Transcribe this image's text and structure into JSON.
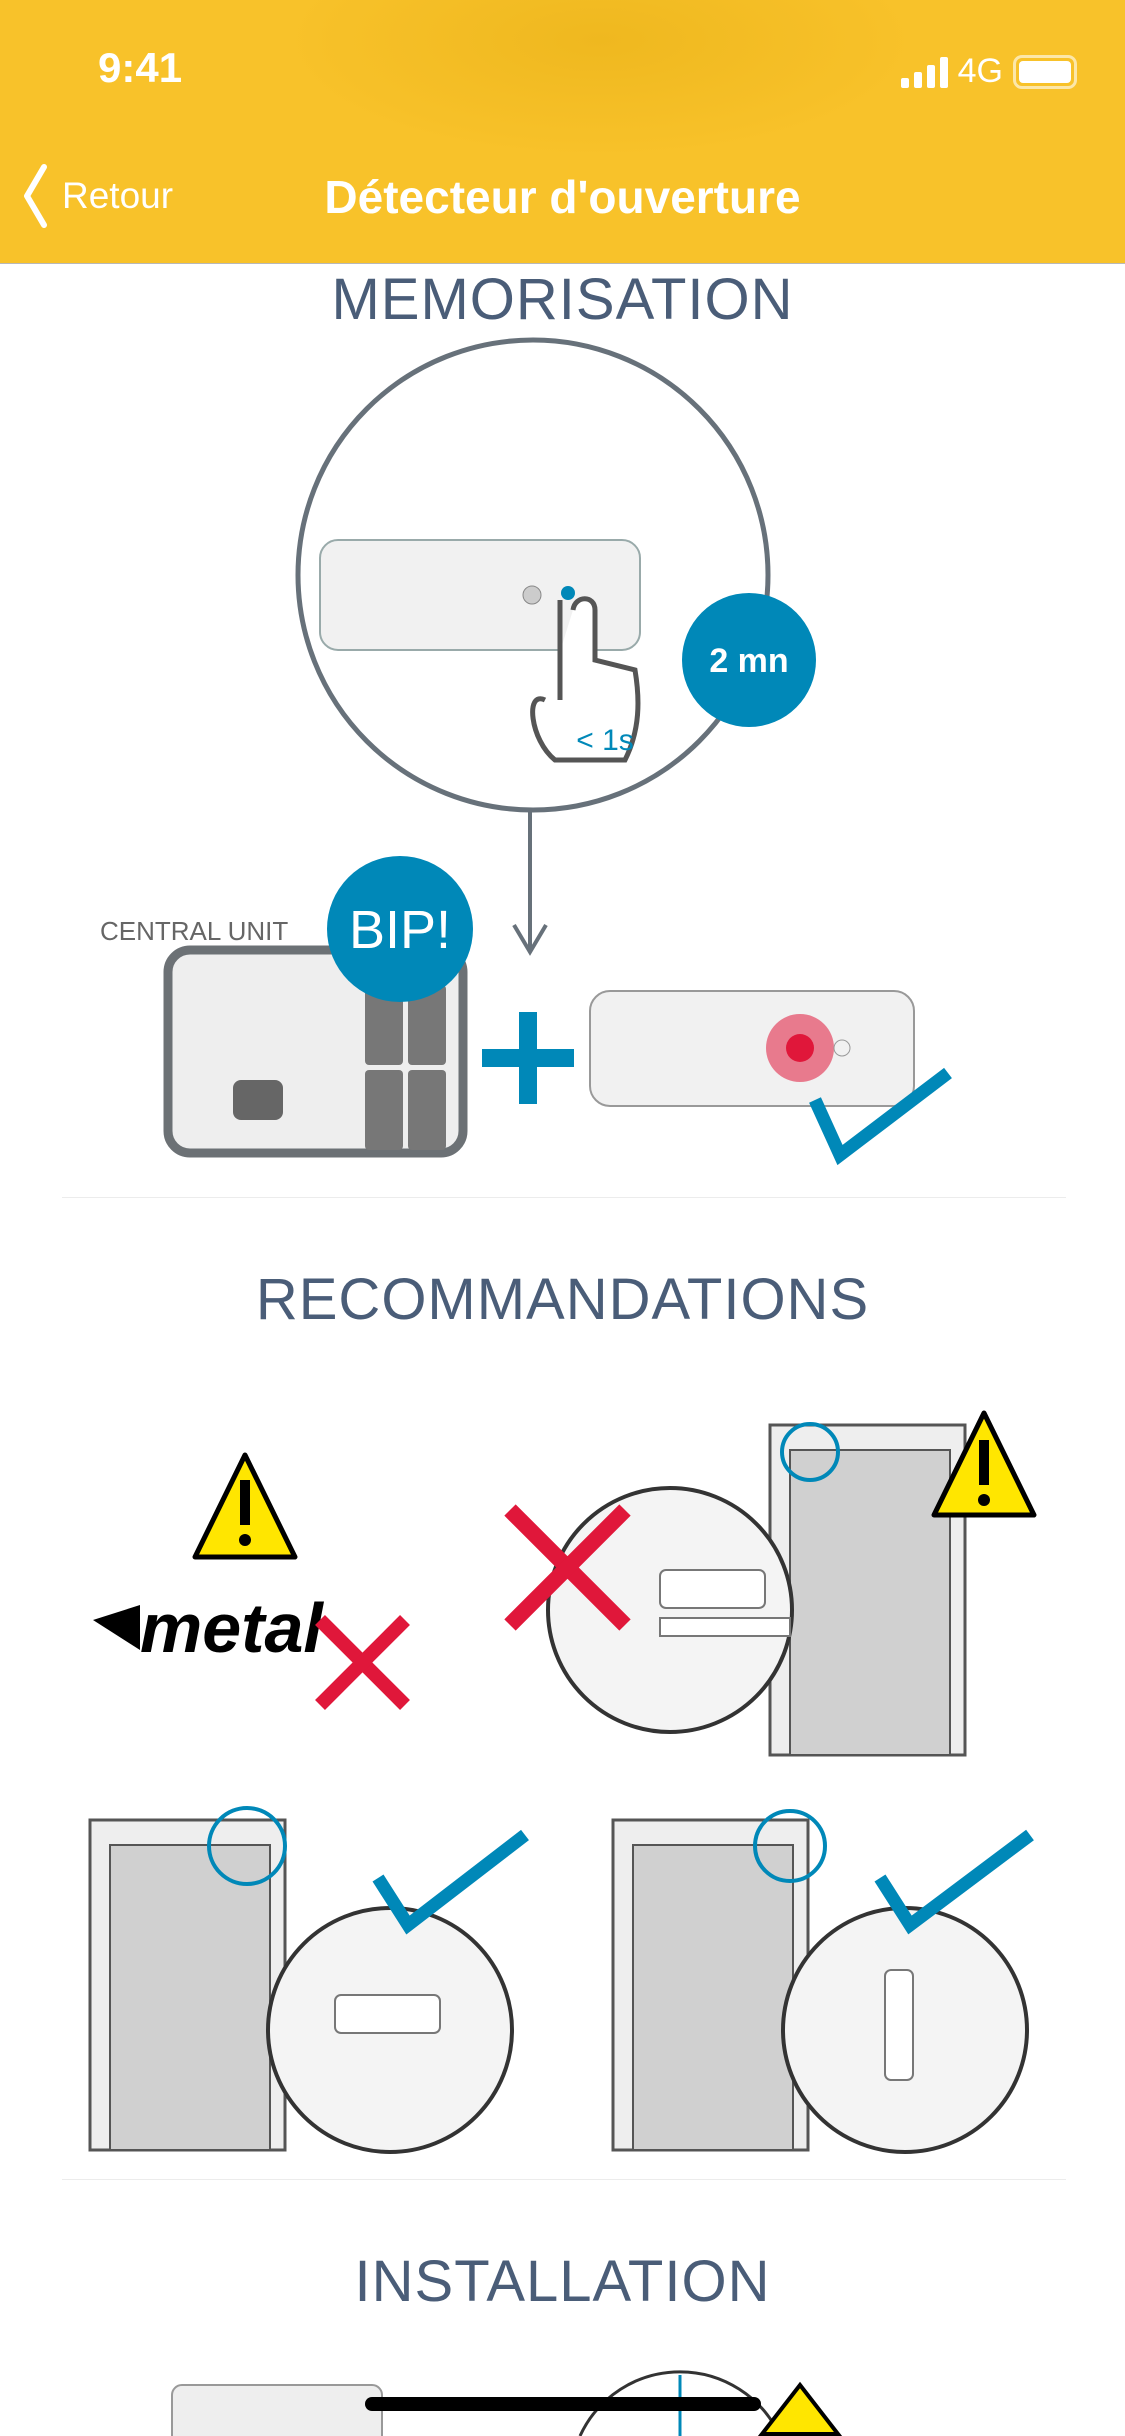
{
  "status_bar": {
    "time": "9:41",
    "network": "4G"
  },
  "nav": {
    "back_label": "Retour",
    "title": "Détecteur d'ouverture"
  },
  "sections": {
    "memorisation": {
      "title": "MEMORISATION",
      "timer_badge": "2 mn",
      "press_label": "< 1s",
      "central_unit_label": "Central unit",
      "bip_badge": "BIP!"
    },
    "recommandations": {
      "title": "RECOMMANDATIONS",
      "metal_label": "metal"
    },
    "installation": {
      "title": "INSTALLATION"
    }
  },
  "colors": {
    "header": "#f8c22a",
    "accent_blue": "#0088b8",
    "error_red": "#e0173a",
    "heading": "#4a5d78"
  }
}
